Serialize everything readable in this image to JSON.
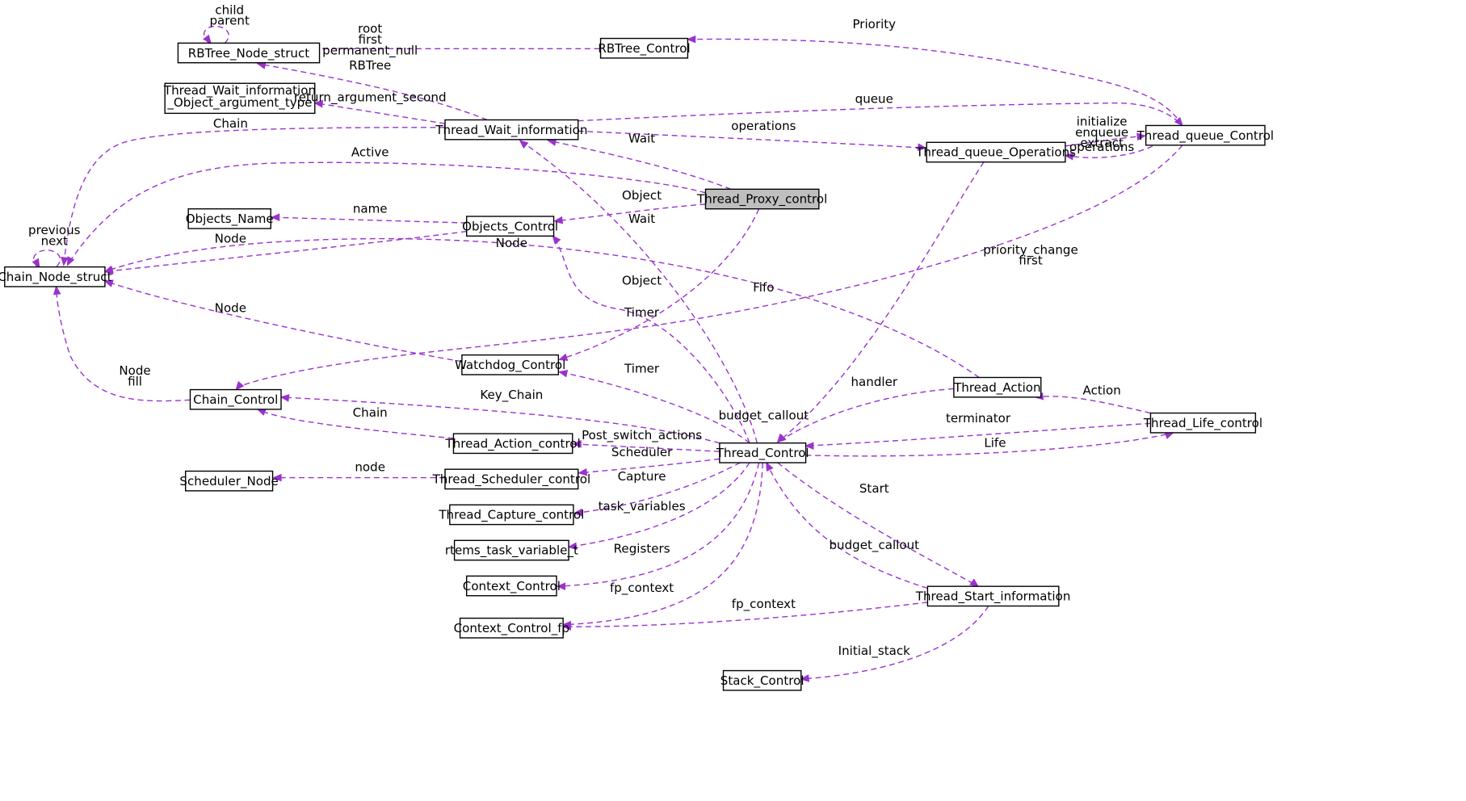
{
  "nodes": [
    {
      "id": "rbtree_node",
      "label": "RBTree_Node_struct"
    },
    {
      "id": "rbtree_control",
      "label": "RBTree_Control"
    },
    {
      "id": "twi_obj_arg",
      "label": "Thread_Wait_information\n_Object_argument_type"
    },
    {
      "id": "thread_wait_info",
      "label": "Thread_Wait_information"
    },
    {
      "id": "thread_queue_ops",
      "label": "Thread_queue_Operations"
    },
    {
      "id": "thread_queue_control",
      "label": "Thread_queue_Control"
    },
    {
      "id": "thread_proxy_control",
      "label": "Thread_Proxy_control",
      "focus": true
    },
    {
      "id": "objects_name",
      "label": "Objects_Name"
    },
    {
      "id": "objects_control",
      "label": "Objects_Control"
    },
    {
      "id": "chain_node",
      "label": "Chain_Node_struct"
    },
    {
      "id": "watchdog_control",
      "label": "Watchdog_Control"
    },
    {
      "id": "chain_control",
      "label": "Chain_Control"
    },
    {
      "id": "thread_action",
      "label": "Thread_Action"
    },
    {
      "id": "thread_life_control",
      "label": "Thread_Life_control"
    },
    {
      "id": "thread_action_control",
      "label": "Thread_Action_control"
    },
    {
      "id": "thread_control",
      "label": "Thread_Control"
    },
    {
      "id": "scheduler_node",
      "label": "Scheduler_Node"
    },
    {
      "id": "thread_scheduler_control",
      "label": "Thread_Scheduler_control"
    },
    {
      "id": "thread_capture_control",
      "label": "Thread_Capture_control"
    },
    {
      "id": "rtems_task_variable",
      "label": "rtems_task_variable_t"
    },
    {
      "id": "context_control",
      "label": "Context_Control"
    },
    {
      "id": "context_control_fp",
      "label": "Context_Control_fp"
    },
    {
      "id": "thread_start_info",
      "label": "Thread_Start_information"
    },
    {
      "id": "stack_control",
      "label": "Stack_Control"
    }
  ],
  "edges": [
    {
      "id": "rb_self",
      "from": "rbtree_node",
      "to": "rbtree_node",
      "label": "child\nparent"
    },
    {
      "id": "rbc_rbn",
      "from": "rbtree_control",
      "to": "rbtree_node",
      "label": "root\nfirst\npermanent_null"
    },
    {
      "id": "tqc_rbc",
      "from": "thread_queue_control",
      "to": "rbtree_control",
      "label": "Priority"
    },
    {
      "id": "twi_rbn",
      "from": "thread_wait_info",
      "to": "rbtree_node",
      "label": "RBTree"
    },
    {
      "id": "twi_arg",
      "from": "thread_wait_info",
      "to": "twi_obj_arg",
      "label": "return_argument_second"
    },
    {
      "id": "twi_tqc",
      "from": "thread_wait_info",
      "to": "thread_queue_control",
      "label": "queue"
    },
    {
      "id": "twi_chain",
      "from": "thread_wait_info",
      "to": "chain_node",
      "label": "Chain"
    },
    {
      "id": "twi_tqo",
      "from": "thread_wait_info",
      "to": "thread_queue_ops",
      "label": "operations"
    },
    {
      "id": "tqo_tqc",
      "from": "thread_queue_ops",
      "to": "thread_queue_control",
      "label": "initialize\nenqueue\nextract"
    },
    {
      "id": "tqc_tqo",
      "from": "thread_queue_control",
      "to": "thread_queue_ops",
      "label": "operations"
    },
    {
      "id": "tpc_twi",
      "from": "thread_proxy_control",
      "to": "thread_wait_info",
      "label": "Wait"
    },
    {
      "id": "tpc_active",
      "from": "thread_proxy_control",
      "to": "chain_node",
      "label": "Active"
    },
    {
      "id": "tpc_obj",
      "from": "thread_proxy_control",
      "to": "objects_control",
      "label": "Object"
    },
    {
      "id": "obj_name",
      "from": "objects_control",
      "to": "objects_name",
      "label": "name"
    },
    {
      "id": "obj_node",
      "from": "objects_control",
      "to": "chain_node",
      "label": "Node"
    },
    {
      "id": "tc_twi",
      "from": "thread_control",
      "to": "thread_wait_info",
      "label": "Wait"
    },
    {
      "id": "ta_node",
      "from": "thread_action",
      "to": "chain_node",
      "label": "Node"
    },
    {
      "id": "tqc_fifo",
      "from": "thread_queue_control",
      "to": "chain_control",
      "label": "priority_change\nfirst"
    },
    {
      "id": "fifo_label",
      "from": "",
      "to": "",
      "label": "Fifo"
    },
    {
      "id": "cn_self",
      "from": "chain_node",
      "to": "chain_node",
      "label": "previous\nnext"
    },
    {
      "id": "tc_obj",
      "from": "thread_control",
      "to": "objects_control",
      "label": "Object"
    },
    {
      "id": "tpc_timer",
      "from": "thread_proxy_control",
      "to": "watchdog_control",
      "label": "Timer"
    },
    {
      "id": "wd_node",
      "from": "watchdog_control",
      "to": "chain_node",
      "label": "Node"
    },
    {
      "id": "cc_cn",
      "from": "chain_control",
      "to": "chain_node",
      "label": "Node\nfill"
    },
    {
      "id": "tc_timer",
      "from": "thread_control",
      "to": "watchdog_control",
      "label": "Timer"
    },
    {
      "id": "tc_keychain",
      "from": "thread_control",
      "to": "chain_control",
      "label": "Key_Chain"
    },
    {
      "id": "tac_chain",
      "from": "thread_action_control",
      "to": "chain_control",
      "label": "Chain"
    },
    {
      "id": "ta_tc",
      "from": "thread_action",
      "to": "thread_control",
      "label": "handler"
    },
    {
      "id": "tlc_ta",
      "from": "thread_life_control",
      "to": "thread_action",
      "label": "Action"
    },
    {
      "id": "tlc_tc",
      "from": "thread_life_control",
      "to": "thread_control",
      "label": "terminator"
    },
    {
      "id": "tc_tlc",
      "from": "thread_control",
      "to": "thread_life_control",
      "label": "Life"
    },
    {
      "id": "tqo_tc",
      "from": "thread_queue_ops",
      "to": "thread_control",
      "label": "budget_callout"
    },
    {
      "id": "tc_tac",
      "from": "thread_control",
      "to": "thread_action_control",
      "label": "Post_switch_actions"
    },
    {
      "id": "tc_tsc",
      "from": "thread_control",
      "to": "thread_scheduler_control",
      "label": "Scheduler"
    },
    {
      "id": "tsc_sn",
      "from": "thread_scheduler_control",
      "to": "scheduler_node",
      "label": "node"
    },
    {
      "id": "tc_cap",
      "from": "thread_control",
      "to": "thread_capture_control",
      "label": "Capture"
    },
    {
      "id": "tc_tv",
      "from": "thread_control",
      "to": "rtems_task_variable",
      "label": "task_variables"
    },
    {
      "id": "tc_reg",
      "from": "thread_control",
      "to": "context_control",
      "label": "Registers"
    },
    {
      "id": "tc_fp",
      "from": "thread_control",
      "to": "context_control_fp",
      "label": "fp_context"
    },
    {
      "id": "tc_start",
      "from": "thread_control",
      "to": "thread_start_info",
      "label": "Start"
    },
    {
      "id": "tsi_tc",
      "from": "thread_start_info",
      "to": "thread_control",
      "label": "budget_callout"
    },
    {
      "id": "tsi_fp",
      "from": "thread_start_info",
      "to": "context_control_fp",
      "label": "fp_context"
    },
    {
      "id": "tsi_stack",
      "from": "thread_start_info",
      "to": "stack_control",
      "label": "Initial_stack"
    }
  ]
}
